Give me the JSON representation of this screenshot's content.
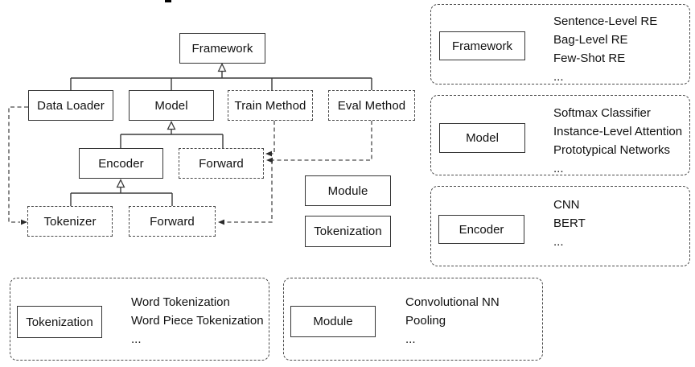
{
  "colors": {
    "background": "#ffffff",
    "solid_border": "#353535",
    "dashed_border": "#4a4a4a",
    "line": "#3a3a3a",
    "text": "#111111"
  },
  "nodes": {
    "framework": "Framework",
    "data_loader": "Data Loader",
    "model": "Model",
    "train_method": "Train Method",
    "eval_method": "Eval Method",
    "encoder": "Encoder",
    "forward_model": "Forward",
    "tokenizer": "Tokenizer",
    "forward_encoder": "Forward",
    "module": "Module",
    "tokenization": "Tokenization"
  },
  "legends": [
    {
      "label": "Framework",
      "items": [
        "Sentence-Level RE",
        "Bag-Level RE",
        "Few-Shot RE",
        "..."
      ]
    },
    {
      "label": "Model",
      "items": [
        "Softmax Classifier",
        "Instance-Level Attention",
        "Prototypical Networks",
        "..."
      ]
    },
    {
      "label": "Encoder",
      "items": [
        "CNN",
        "BERT",
        "..."
      ]
    },
    {
      "label": "Tokenization",
      "items": [
        "Word Tokenization",
        "Word Piece Tokenization",
        "..."
      ]
    },
    {
      "label": "Module",
      "items": [
        "Convolutional NN",
        "Pooling",
        "..."
      ]
    }
  ]
}
